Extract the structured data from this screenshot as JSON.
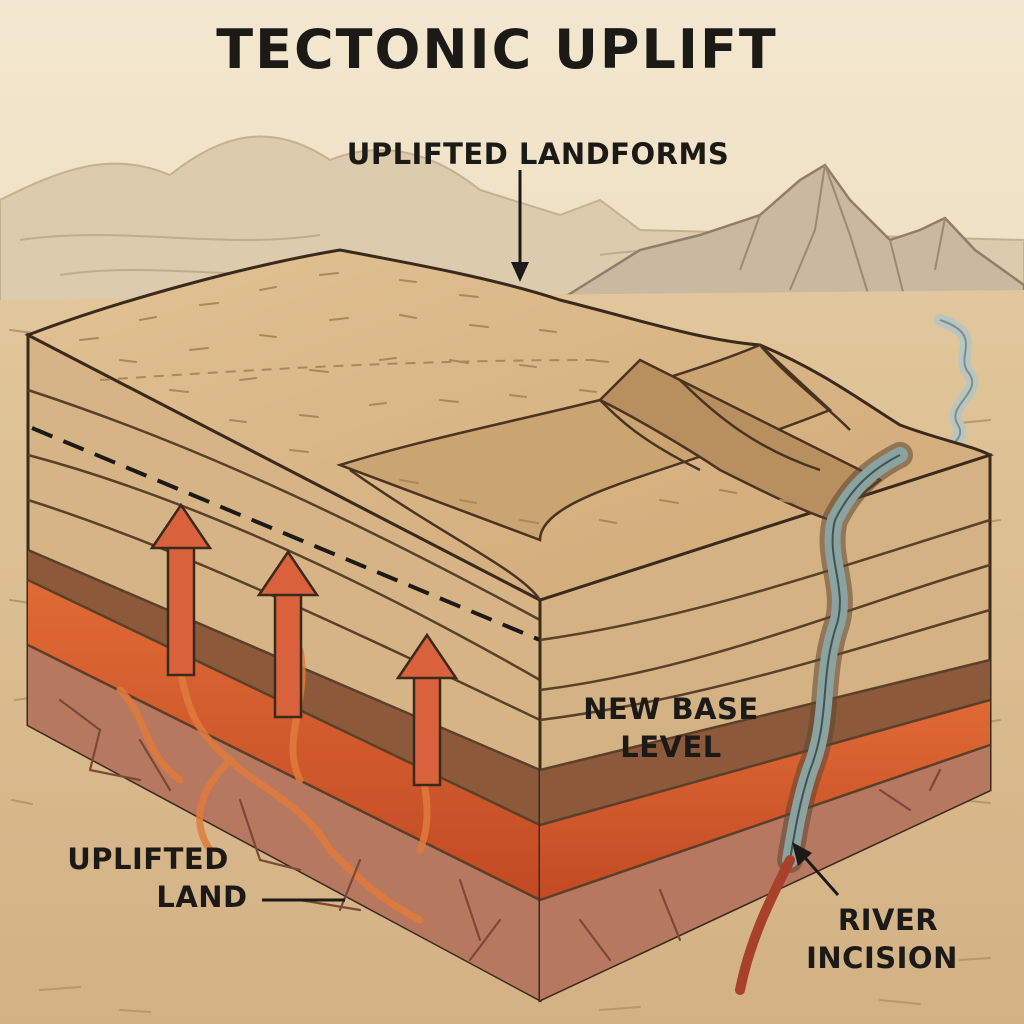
{
  "title": "TECTONIC UPLIFT",
  "labels": {
    "uplifted_landforms": "UPLIFTED LANDFORMS",
    "new_base_level_1": "NEW BASE",
    "new_base_level_2": "LEVEL",
    "uplifted_land_1": "UPLIFTED",
    "uplifted_land_2": "LAND",
    "river_incision_1": "RIVER",
    "river_incision_2": "INCISION"
  },
  "colors": {
    "background": "#efe2c6",
    "sandstone": "#d9b888",
    "dark_band": "#8c5a3a",
    "molten_layer": "#d0562a",
    "bedrock": "#b77860",
    "river": "#8aa3a0",
    "arrow": "#d9613c",
    "outline": "#3a2a1c"
  }
}
